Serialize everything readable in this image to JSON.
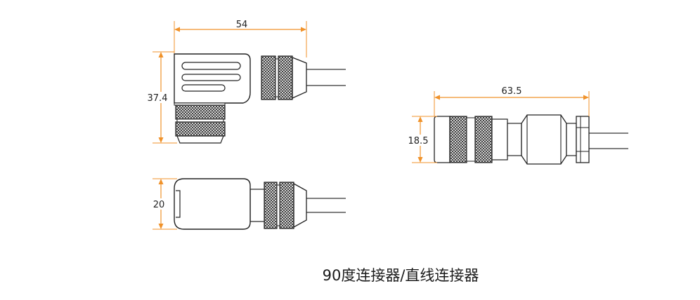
{
  "dimensions": {
    "angled_width": "54",
    "angled_height": "37.4",
    "angled_side_height": "20",
    "straight_length": "63.5",
    "straight_diameter": "18.5"
  },
  "caption": "90度连接器/直线连接器",
  "colors": {
    "dimension_line": "#f0922a",
    "outline": "#1a1a1a",
    "background": "#ffffff"
  }
}
